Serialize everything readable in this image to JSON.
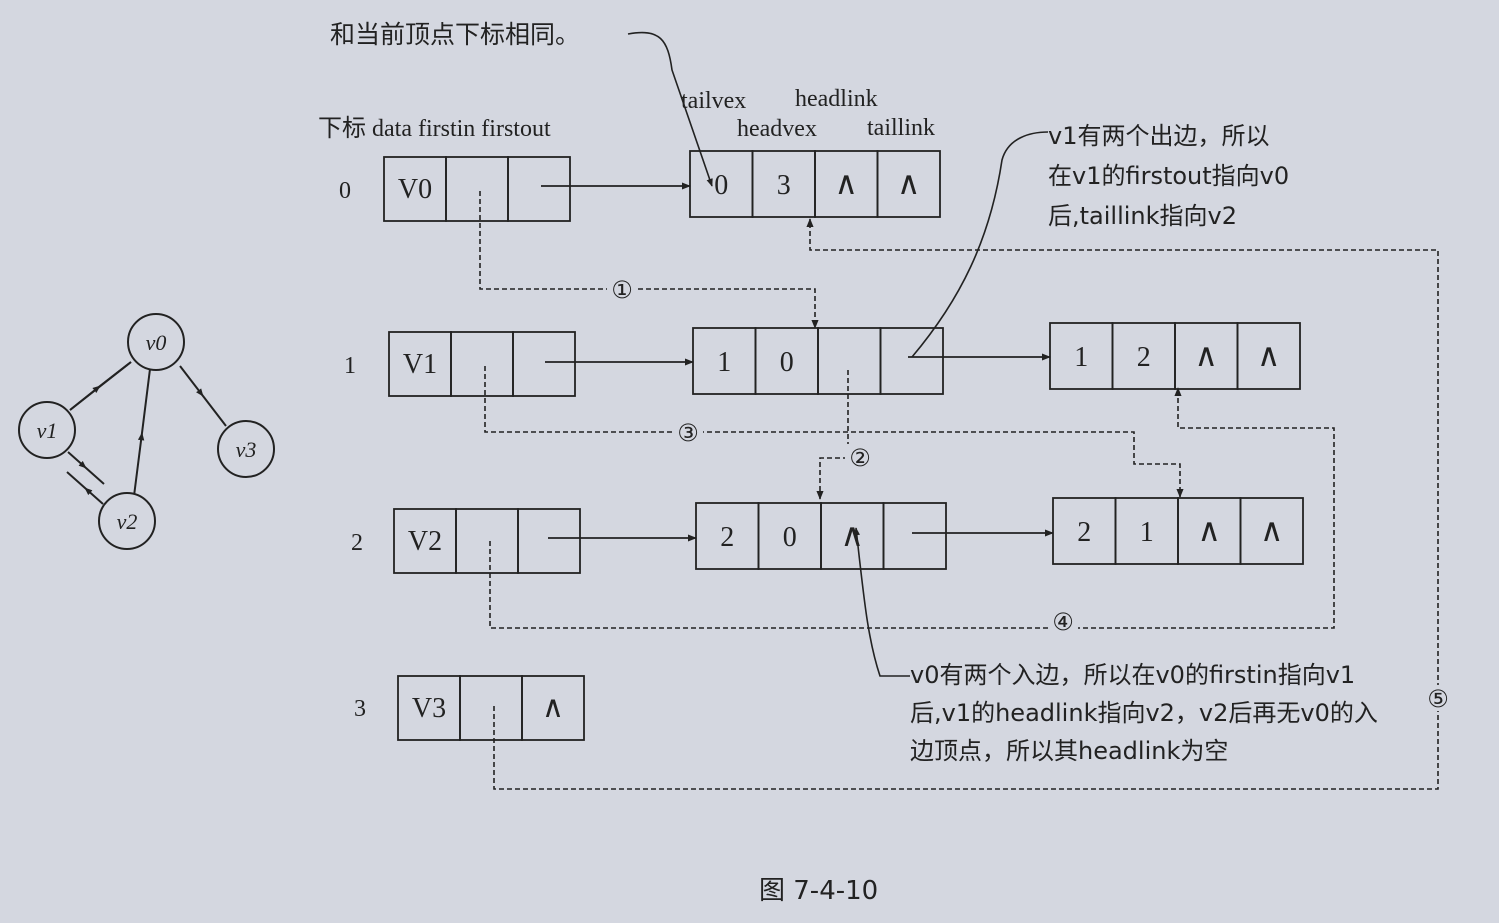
{
  "graph": {
    "vertices": [
      "v0",
      "v1",
      "v2",
      "v3"
    ],
    "edges": [
      [
        "v0",
        "v3"
      ],
      [
        "v1",
        "v0"
      ],
      [
        "v2",
        "v0"
      ],
      [
        "v1",
        "v2"
      ],
      [
        "v2",
        "v1"
      ]
    ]
  },
  "headers": {
    "vertex_row": "下标 data firstin firstout",
    "tailvex": "tailvex",
    "headvex": "headvex",
    "headlink": "headlink",
    "taillink": "taillink"
  },
  "vertex_rows": [
    {
      "index": "0",
      "data": "V0",
      "firstin": "",
      "firstout": ""
    },
    {
      "index": "1",
      "data": "V1",
      "firstin": "",
      "firstout": ""
    },
    {
      "index": "2",
      "data": "V2",
      "firstin": "",
      "firstout": ""
    },
    {
      "index": "3",
      "data": "V3",
      "firstin": "",
      "firstout": "∧"
    }
  ],
  "edge_nodes": [
    {
      "tailvex": "0",
      "headvex": "3",
      "headlink": "∧",
      "taillink": "∧"
    },
    {
      "tailvex": "1",
      "headvex": "0",
      "headlink": "",
      "taillink": ""
    },
    {
      "tailvex": "1",
      "headvex": "2",
      "headlink": "∧",
      "taillink": "∧"
    },
    {
      "tailvex": "2",
      "headvex": "0",
      "headlink": "∧",
      "taillink": ""
    },
    {
      "tailvex": "2",
      "headvex": "1",
      "headlink": "∧",
      "taillink": "∧"
    }
  ],
  "circle_labels": [
    "①",
    "②",
    "③",
    "④",
    "⑤"
  ],
  "notes": {
    "top": "和当前顶点下标相同。",
    "right": [
      "v1有两个出边，所以",
      "在v1的firstout指向v0",
      "后,taillink指向v2"
    ],
    "bottom": [
      "v0有两个入边，所以在v0的firstin指向v1",
      "后,v1的headlink指向v2，v2后再无v0的入",
      "边顶点，所以其headlink为空"
    ]
  },
  "caption": "图 7-4-10",
  "colors": {
    "background": "#d4d7e0",
    "ink": "#222222"
  }
}
